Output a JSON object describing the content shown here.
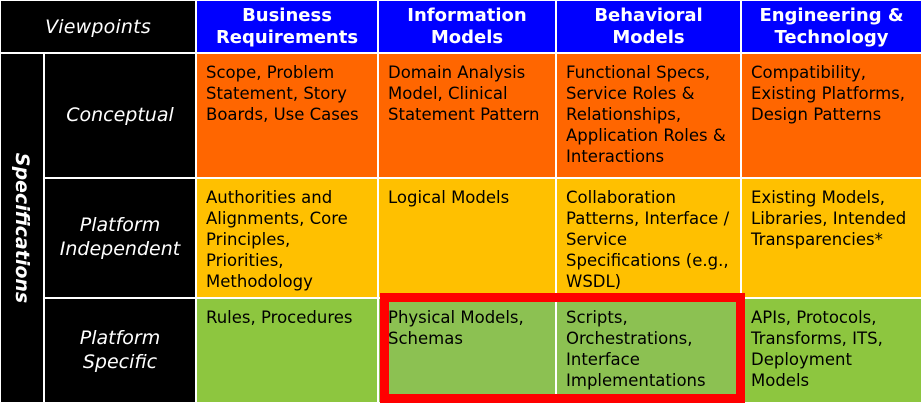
{
  "matrix": {
    "corner_label": "Viewpoints",
    "axis_label": "Specifications",
    "columns": [
      {
        "id": "business-requirements",
        "label": "Business Requirements"
      },
      {
        "id": "information-models",
        "label": "Information Models"
      },
      {
        "id": "behavioral-models",
        "label": "Behavioral Models"
      },
      {
        "id": "engineering-technology",
        "label": "Engineering & Technology"
      }
    ],
    "rows": [
      {
        "id": "conceptual",
        "label": "Conceptual",
        "color": "#FF6600",
        "cells": [
          "Scope, Problem Statement, Story Boards, Use Cases",
          "Domain Analysis Model, Clinical Statement Pattern",
          "Functional Specs, Service Roles & Relationships, Application Roles & Interactions",
          "Compatibility, Existing Platforms, Design Patterns"
        ]
      },
      {
        "id": "platform-independent",
        "label": "Platform Independent",
        "color": "#FFC000",
        "cells": [
          "Authorities and Alignments,  Core Principles, Priorities, Methodology",
          "Logical Models",
          "Collaboration Patterns, Interface / Service Specifications (e.g., WSDL)",
          "Existing Models, Libraries, Intended Transparencies*"
        ]
      },
      {
        "id": "platform-specific",
        "label": "Platform Specific",
        "color": "#8DC63F",
        "cells": [
          "Rules, Procedures",
          "Physical Models, Schemas",
          "Scripts, Orchestrations, Interface Implementations",
          "APIs, Protocols, Transforms, ITS, Deployment Models"
        ]
      }
    ],
    "highlight": {
      "id": "red-highlight-box",
      "color": "#FF0000",
      "covers_rows": [
        "platform-specific"
      ],
      "covers_columns": [
        "information-models",
        "behavioral-models"
      ]
    },
    "palette": {
      "header_background": "#0000FF",
      "header_text": "#FFFFFF",
      "label_background": "#000000",
      "label_text": "#FFFFFF",
      "row_conceptual": "#FF6600",
      "row_platform_independent": "#FFC000",
      "row_platform_specific": "#8DC63F",
      "highlight": "#FF0000"
    }
  }
}
